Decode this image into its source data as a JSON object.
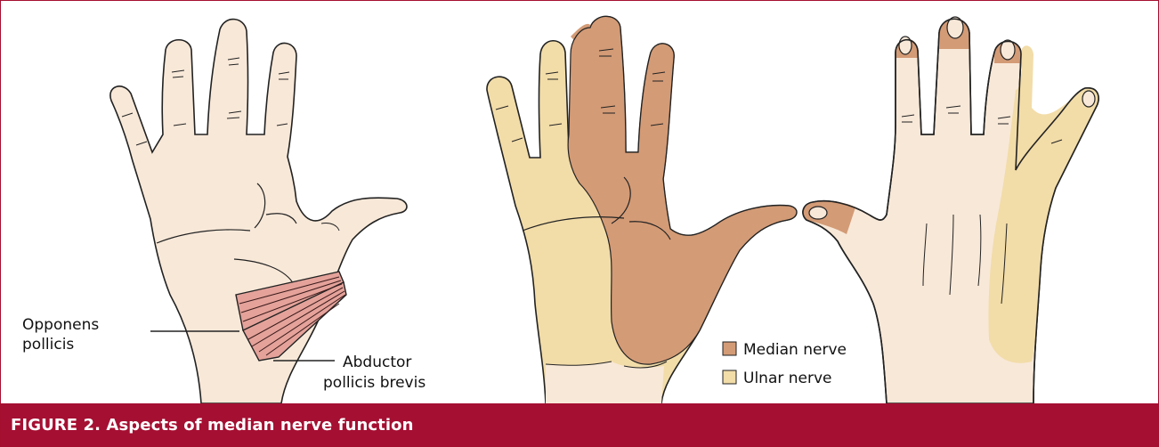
{
  "figure": {
    "caption": "FIGURE 2. Aspects of median nerve function",
    "labels": {
      "opponens_line1": "Opponens",
      "opponens_line2": "pollicis",
      "abductor_line1": "Abductor",
      "abductor_line2": "pollicis brevis"
    },
    "legend": [
      {
        "label": "Median nerve",
        "color": "#d39b76"
      },
      {
        "label": "Ulnar nerve",
        "color": "#f2dca8"
      }
    ],
    "colors": {
      "skin": "#f8e8d8",
      "median": "#d39b76",
      "ulnar": "#f2dca8",
      "muscle": "#e4a29a",
      "caption_bar": "#a50f32",
      "border": "#a40f2f"
    }
  }
}
